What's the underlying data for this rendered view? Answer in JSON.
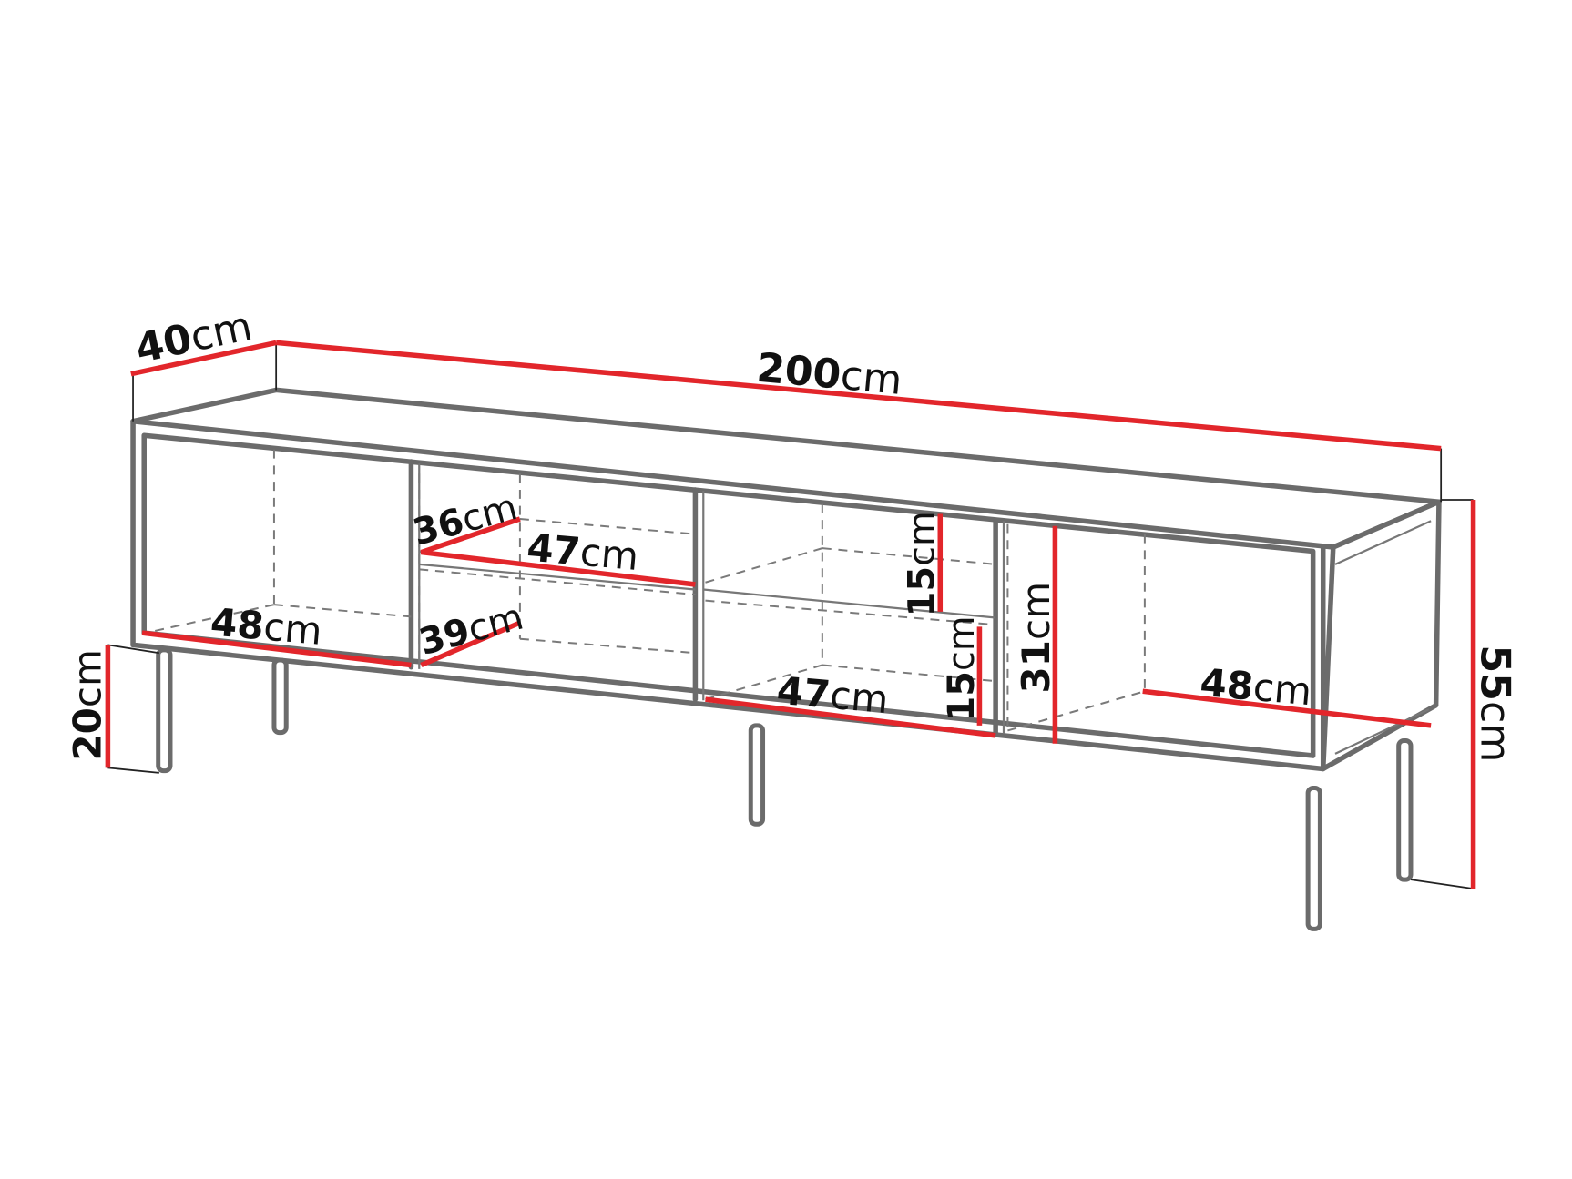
{
  "diagram": {
    "subject": "TV stand / sideboard dimension drawing",
    "colors": {
      "dimension_line": "#e2262b",
      "outline": "#6b6b6b",
      "dashed_hidden_line": "#7a7a7a",
      "text": "#111111",
      "background": "#ffffff"
    },
    "unit": "cm",
    "dimensions": {
      "depth": {
        "value": "40",
        "unit": "cm"
      },
      "width": {
        "value": "200",
        "unit": "cm"
      },
      "height": {
        "value": "55",
        "unit": "cm"
      },
      "leg_height": {
        "value": "20",
        "unit": "cm"
      },
      "left_compartment_width": {
        "value": "48",
        "unit": "cm"
      },
      "upper_shelf_depth": {
        "value": "36",
        "unit": "cm"
      },
      "upper_shelf_width": {
        "value": "47",
        "unit": "cm"
      },
      "lower_shelf_depth": {
        "value": "39",
        "unit": "cm"
      },
      "drawer_upper_height": {
        "value": "15",
        "unit": "cm"
      },
      "drawer_lower_height": {
        "value": "15",
        "unit": "cm"
      },
      "middle_lower_width": {
        "value": "47",
        "unit": "cm"
      },
      "right_compartment_height": {
        "value": "31",
        "unit": "cm"
      },
      "right_compartment_width": {
        "value": "48",
        "unit": "cm"
      }
    }
  }
}
